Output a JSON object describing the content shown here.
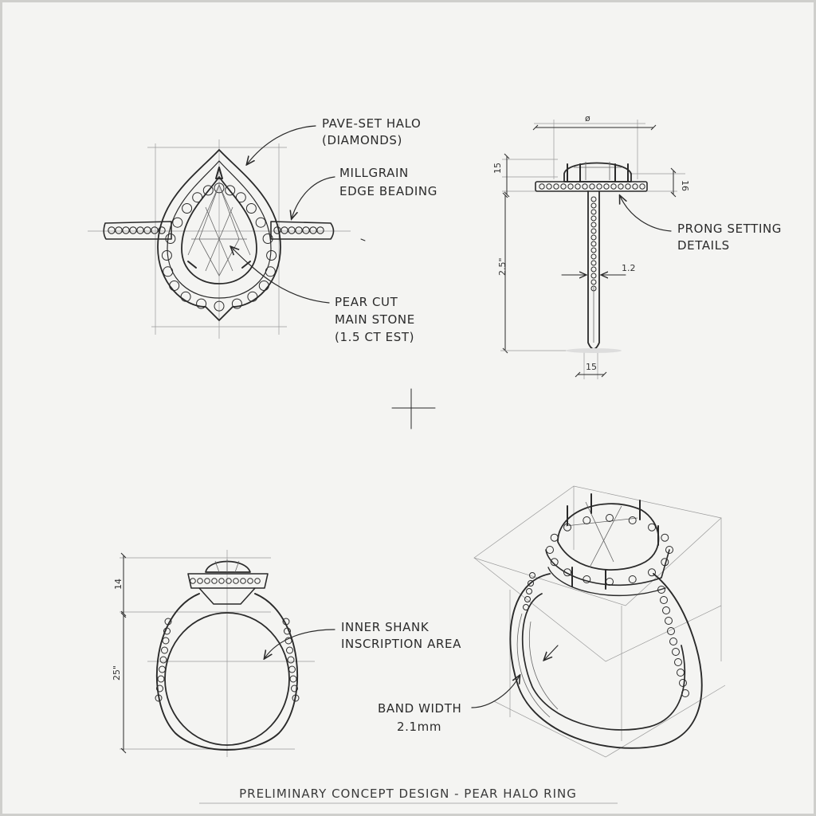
{
  "callouts": {
    "halo_line1": "PAVE-SET HALO",
    "halo_line2": "(DIAMONDS)",
    "millgrain_line1": "MILLGRAIN",
    "millgrain_line2": "EDGE BEADING",
    "stone_line1": "PEAR CUT",
    "stone_line2": "MAIN STONE",
    "stone_line3": "(1.5 CT EST)",
    "prong_line1": "PRONG SETTING",
    "prong_line2": "DETAILS",
    "inner_line1": "INNER SHANK",
    "inner_line2": "INSCRIPTION AREA",
    "band_line1": "BAND WIDTH",
    "band_line2": "2.1mm"
  },
  "dimensions": {
    "side_diameter": "ø",
    "side_top": "15",
    "side_head": "16",
    "side_height": "2.5\"",
    "side_shank": "1.2",
    "side_base": "15",
    "front_head": "14",
    "front_height": "25\""
  },
  "caption": "PRELIMINARY CONCEPT DESIGN - PEAR HALO RING",
  "colors": {
    "ink": "#2a2a2a",
    "paper": "#f4f4f2",
    "border": "#cfcfcc"
  }
}
